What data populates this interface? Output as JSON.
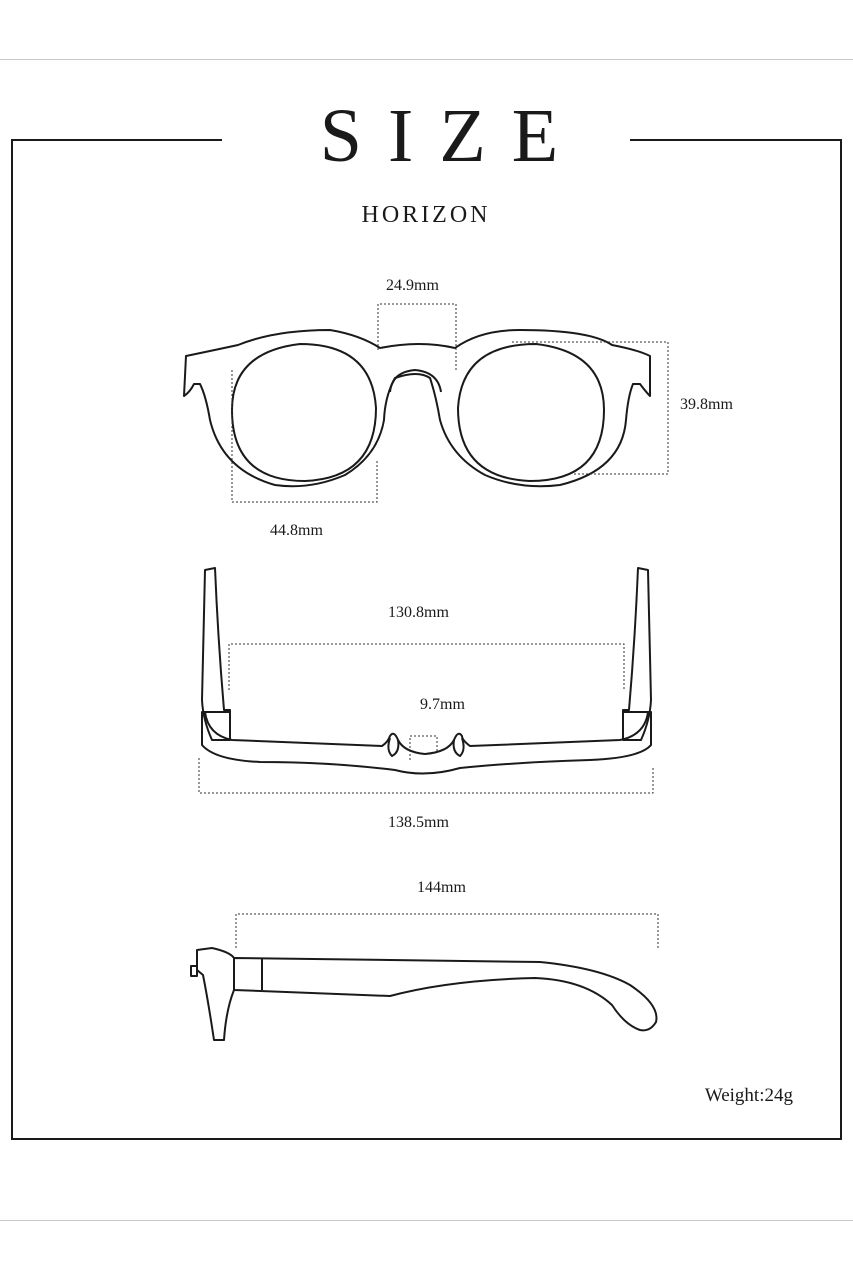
{
  "header": {
    "title": "SIZE",
    "model": "HORIZON"
  },
  "dimensions": {
    "bridge": "24.9mm",
    "lens_height": "39.8mm",
    "lens_width": "44.8mm",
    "front_inner_width": "130.8mm",
    "nose_pad_gap": "9.7mm",
    "front_total_width": "138.5mm",
    "temple_length": "144mm"
  },
  "weight": "Weight:24g"
}
